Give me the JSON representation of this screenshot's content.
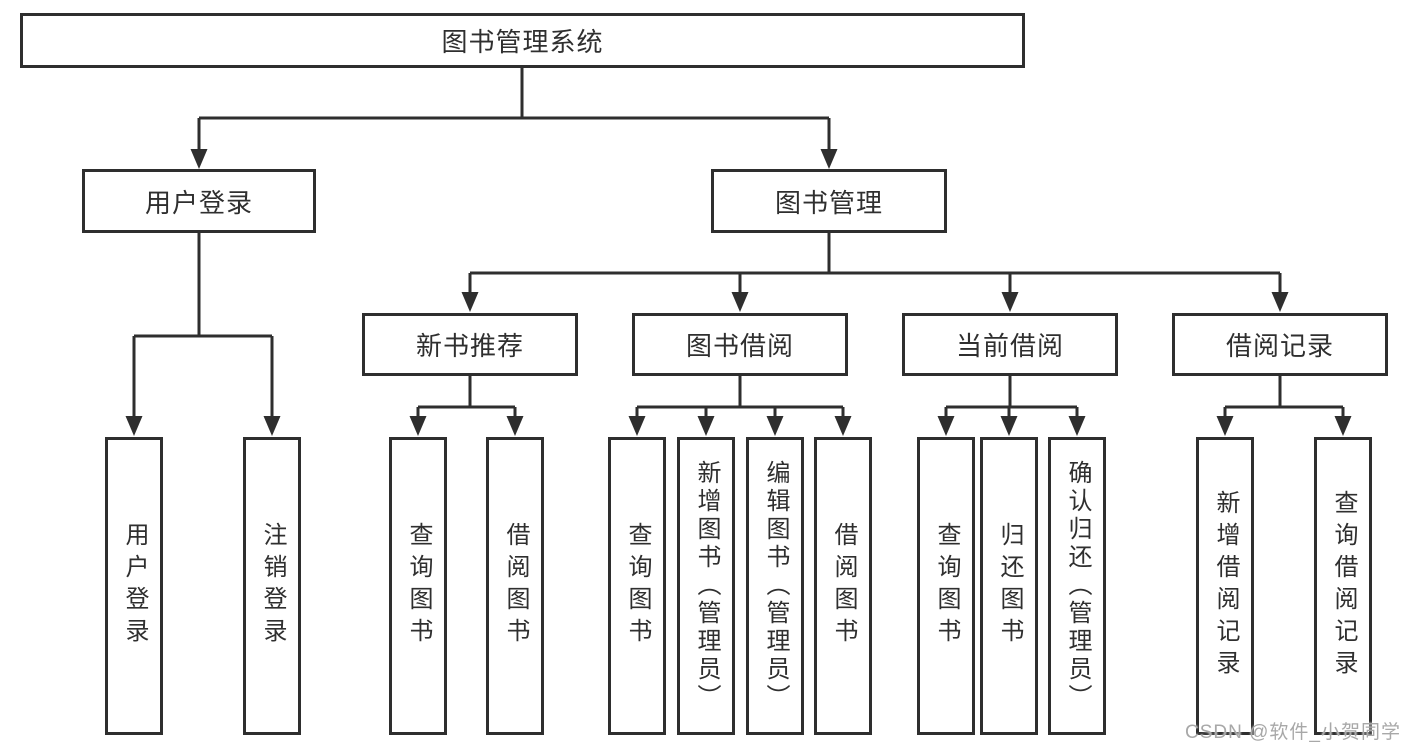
{
  "diagram": {
    "nodes": {
      "root": "图书管理系统",
      "user_login": "用户登录",
      "book_mgmt": "图书管理",
      "new_book": "新书推荐",
      "book_borrow": "图书借阅",
      "current_borrow": "当前借阅",
      "borrow_record": "借阅记录",
      "leaf_user_login": "用户登录",
      "leaf_logout": "注销登录",
      "leaf_query_book_1": "查询图书",
      "leaf_borrow_book_1": "借阅图书",
      "leaf_query_book_2": "查询图书",
      "leaf_add_book": "新增图书（管理员）",
      "leaf_edit_book": "编辑图书（管理员）",
      "leaf_borrow_book_2": "借阅图书",
      "leaf_query_book_3": "查询图书",
      "leaf_return_book": "归还图书",
      "leaf_confirm_return": "确认归还（管理员）",
      "leaf_add_record": "新增借阅记录",
      "leaf_query_record": "查询借阅记录"
    },
    "colors": {
      "line": "#2e2e2e",
      "text": "#2f2f2f",
      "watermark": "#a8a8a8",
      "background": "#ffffff"
    },
    "watermark": "CSDN @软件_小贺同学"
  }
}
